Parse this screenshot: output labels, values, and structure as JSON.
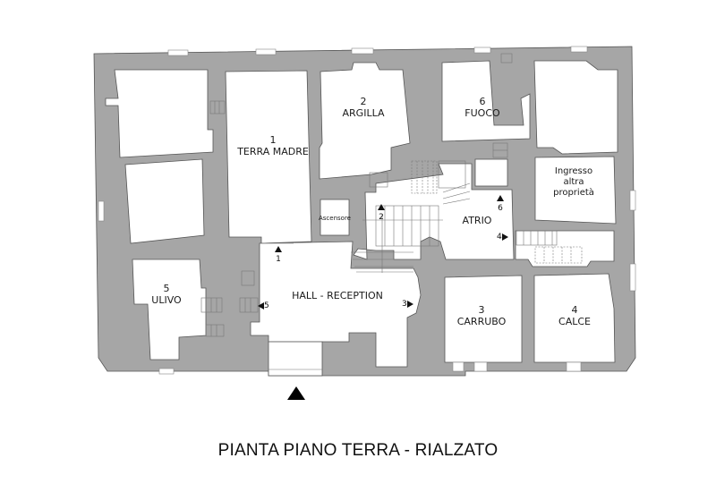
{
  "plan": {
    "title": "PIANTA PIANO TERRA - RIALZATO",
    "colors": {
      "wall": "#a6a6a6",
      "outline": "#555555",
      "background": "#ffffff",
      "text": "#1a1a1a"
    },
    "rooms": [
      {
        "id": "terra-madre",
        "number": "1",
        "name": "TERRA MADRE"
      },
      {
        "id": "argilla",
        "number": "2",
        "name": "ARGILLA"
      },
      {
        "id": "carrubo",
        "number": "3",
        "name": "CARRUBO"
      },
      {
        "id": "calce",
        "number": "4",
        "name": "CALCE"
      },
      {
        "id": "ulivo",
        "number": "5",
        "name": "ULIVO"
      },
      {
        "id": "fuoco",
        "number": "6",
        "name": "FUOCO"
      }
    ],
    "spaces": {
      "hall": "HALL - RECEPTION",
      "atrio": "ATRIO",
      "ascensore": "Ascensore",
      "ingresso_line1": "Ingresso",
      "ingresso_line2": "altra",
      "ingresso_line3": "proprietà"
    },
    "markers": [
      {
        "id": "m1",
        "label": "1",
        "direction": "up"
      },
      {
        "id": "m2",
        "label": "2",
        "direction": "up"
      },
      {
        "id": "m3",
        "label": "3",
        "direction": "right"
      },
      {
        "id": "m4",
        "label": "4",
        "direction": "right"
      },
      {
        "id": "m5",
        "label": "5",
        "direction": "left"
      },
      {
        "id": "m6",
        "label": "6",
        "direction": "up"
      }
    ],
    "entrance_icon": "triangle-up-entrance-icon"
  }
}
